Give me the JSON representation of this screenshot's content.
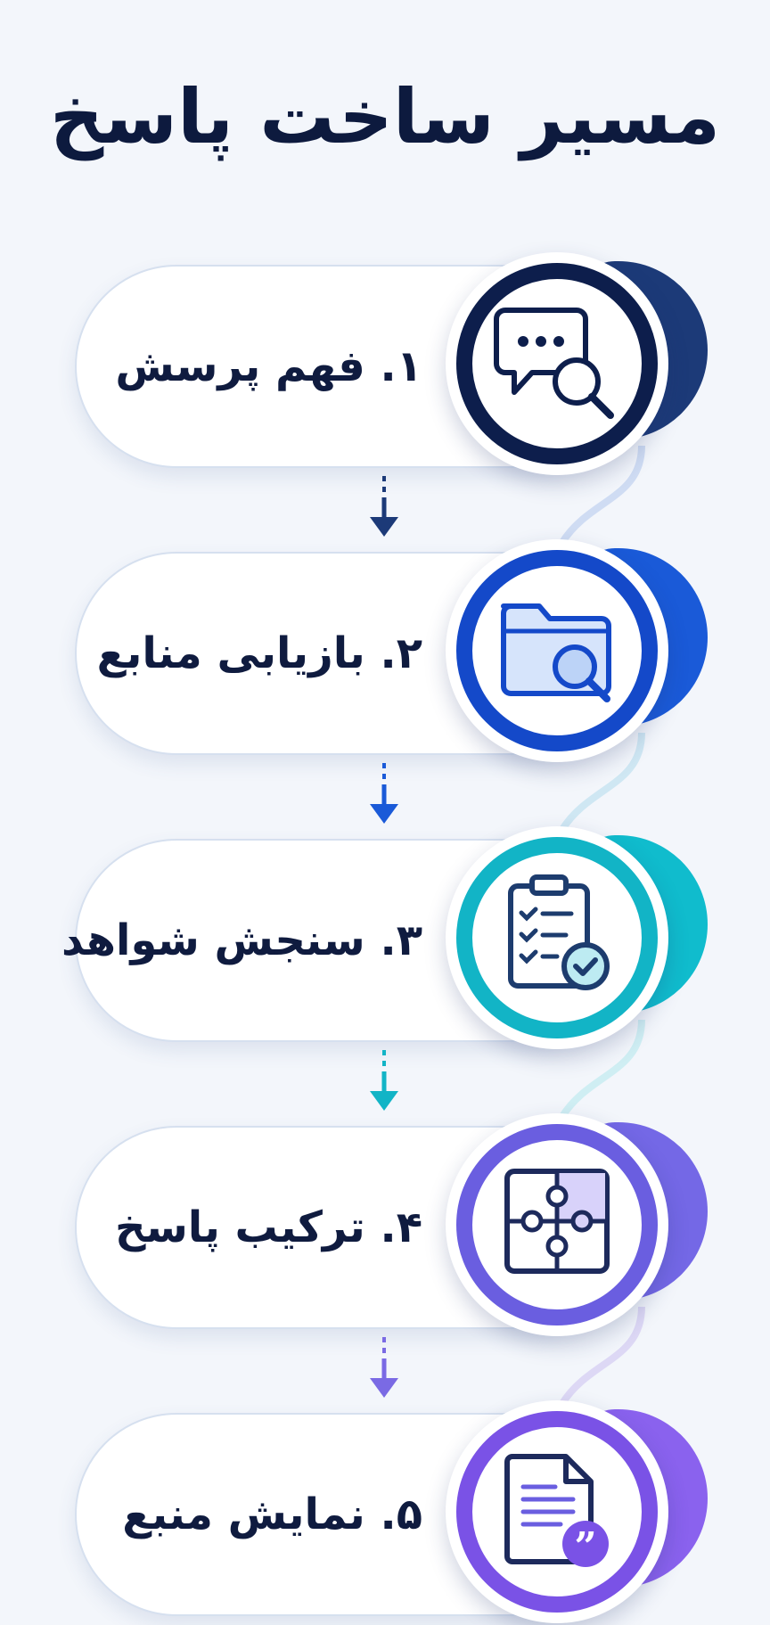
{
  "title": "مسیر ساخت پاسخ",
  "steps": [
    {
      "label": "۱. فهم پرسش",
      "icon": "chat-search-icon",
      "color": "#0d1e4c",
      "tab": "#1c3a78",
      "arrow": "#1c3a78"
    },
    {
      "label": "۲. بازیابی منابع",
      "icon": "folder-search-icon",
      "color": "#1449c9",
      "tab": "#1a5ad8",
      "arrow": "#1a5ad8"
    },
    {
      "label": "۳. سنجش شواهد",
      "icon": "checklist-check-icon",
      "color": "#12b4c6",
      "tab": "#10bccd",
      "arrow": "#12b4c6"
    },
    {
      "label": "۴. ترکیب پاسخ",
      "icon": "puzzle-icon",
      "color": "#6a5ee0",
      "tab": "#7468e6",
      "arrow": "#7a6ae4"
    },
    {
      "label": "۵. نمایش منبع",
      "icon": "document-quote-icon",
      "color": "#7a52e6",
      "tab": "#8a62ee",
      "arrow": "#7a52e6"
    }
  ]
}
